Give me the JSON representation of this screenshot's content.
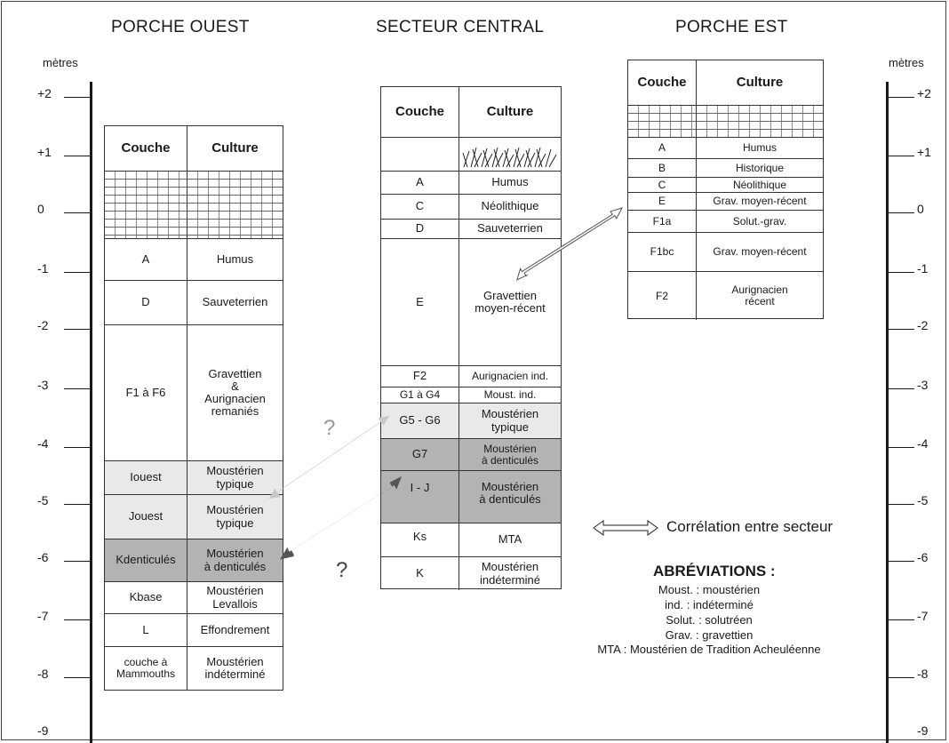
{
  "titles": {
    "ouest": "PORCHE  OUEST",
    "central": "SECTEUR  CENTRAL",
    "est": "PORCHE  EST"
  },
  "scale": {
    "unit_label": "mètres",
    "ticks": [
      "+2",
      "+1",
      "0",
      "-1",
      "-2",
      "-3",
      "-4",
      "-5",
      "-6",
      "-7",
      "-8",
      "-9"
    ]
  },
  "headers": {
    "couche": "Couche",
    "culture": "Culture"
  },
  "columns": {
    "ouest": [
      {
        "couche": "A",
        "culture": "Humus"
      },
      {
        "couche": "D",
        "culture": "Sauveterrien"
      },
      {
        "couche": "F1 à F6",
        "culture": "Gravettien\n&\nAurignacien\nremaniés"
      },
      {
        "couche": "Iouest",
        "culture": "Moustérien\ntypique"
      },
      {
        "couche": "Jouest",
        "culture": "Moustérien\ntypique"
      },
      {
        "couche": "Kdenticulés",
        "culture": "Moustérien\nà denticulés"
      },
      {
        "couche": "Kbase",
        "culture": "Moustérien\nLevallois"
      },
      {
        "couche": "L",
        "culture": "Effondrement"
      },
      {
        "couche": "couche à\nMammouths",
        "culture": "Moustérien\nindéterminé"
      }
    ],
    "central": [
      {
        "couche": "A",
        "culture": "Humus"
      },
      {
        "couche": "C",
        "culture": "Néolithique"
      },
      {
        "couche": "D",
        "culture": "Sauveterrien"
      },
      {
        "couche": "E",
        "culture": "Gravettien\nmoyen-récent"
      },
      {
        "couche": "F2",
        "culture": "Aurignacien ind."
      },
      {
        "couche": "G1 à G4",
        "culture": "Moust. ind."
      },
      {
        "couche": "G5 - G6",
        "culture": "Moustérien\ntypique"
      },
      {
        "couche": "G7",
        "culture": "Moustérien\nà denticulés"
      },
      {
        "couche": "I - J",
        "culture": "Moustérien\nà denticulés"
      },
      {
        "couche": "Ks",
        "culture": "MTA"
      },
      {
        "couche": "K",
        "culture": "Moustérien\nindéterminé"
      }
    ],
    "est": [
      {
        "couche": "A",
        "culture": "Humus"
      },
      {
        "couche": "B",
        "culture": "Historique"
      },
      {
        "couche": "C",
        "culture": "Néolithique"
      },
      {
        "couche": "E",
        "culture": "Grav. moyen-récent"
      },
      {
        "couche": "F1a",
        "culture": "Solut.-grav."
      },
      {
        "couche": "F1bc",
        "culture": "Grav. moyen-récent"
      },
      {
        "couche": "F2",
        "culture": "Aurignacien\nrécent"
      }
    ]
  },
  "question_mark": "?",
  "legend": {
    "correlation": "Corrélation entre secteur"
  },
  "abbreviations": {
    "title": "ABRÉVIATIONS :",
    "lines": [
      "Moust. : moustérien",
      "ind. : indéterminé",
      "Solut. : solutréen",
      "Grav. : gravettien",
      "MTA : Moustérien de Tradition Acheuléenne"
    ]
  },
  "colors": {
    "light_fill": "#e9e9e9",
    "dark_fill": "#b3b3b3",
    "line": "#1a1a1a"
  }
}
